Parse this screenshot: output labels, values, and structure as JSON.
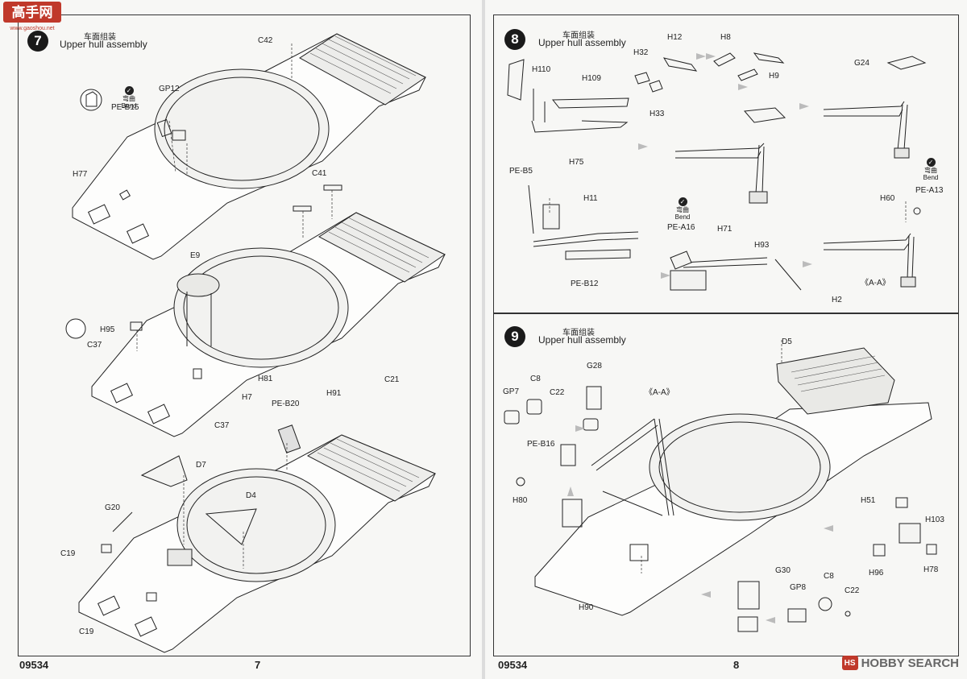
{
  "logo": {
    "text": "高手网",
    "sub": "www.gaoshou.net"
  },
  "watermark": {
    "brand": "HOBBY SEARCH",
    "icon": "hobby-search-logo"
  },
  "left_page": {
    "product_code": "09534",
    "page_number": "7",
    "step": {
      "number": "7",
      "title_cn": "车面组装",
      "title_en": "Upper hull assembly",
      "bend": {
        "cn": "弯曲",
        "en": "Bend"
      },
      "labels": [
        "C42",
        "GP12",
        "PE-B15",
        "H77",
        "C41",
        "E9",
        "H95",
        "C37",
        "H81",
        "H7",
        "C37",
        "PE-B20",
        "H91",
        "C21",
        "D7",
        "D4",
        "G20",
        "C19",
        "C19"
      ]
    }
  },
  "right_page": {
    "product_code": "09534",
    "page_number": "8",
    "step8": {
      "number": "8",
      "title_cn": "车面组装",
      "title_en": "Upper hull assembly",
      "bend": {
        "cn": "弯曲",
        "en": "Bend"
      },
      "labels": [
        "H12",
        "H8",
        "H32",
        "H110",
        "H109",
        "H9",
        "G24",
        "H33",
        "H75",
        "PE-B5",
        "H11",
        "PE-A13",
        "H60",
        "PE-A16",
        "H71",
        "H93",
        "PE-B12",
        "《A-A》",
        "H2"
      ]
    },
    "step9": {
      "number": "9",
      "title_cn": "车面组装",
      "title_en": "Upper hull assembly",
      "labels": [
        "D5",
        "G28",
        "《A-A》",
        "C8",
        "GP7",
        "C22",
        "PE-B16",
        "H80",
        "H51",
        "H103",
        "H96",
        "H78",
        "H90",
        "G30",
        "C8",
        "GP8",
        "C22"
      ]
    }
  }
}
